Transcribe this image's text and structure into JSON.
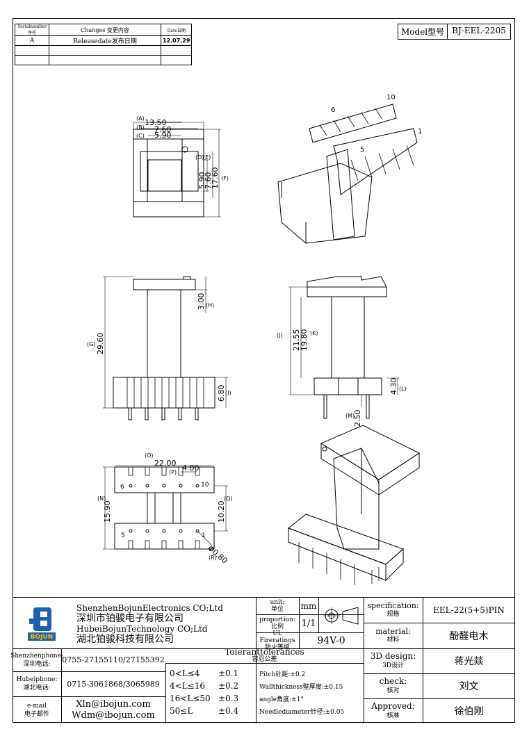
{
  "revision": {
    "headers": [
      "Serialnumber序号",
      "Changes 变更内容",
      "Date日期"
    ],
    "rows": [
      {
        "serial": "A",
        "change": "Releasedate发布日期",
        "date": "12.07.29"
      },
      {
        "serial": "",
        "change": "",
        "date": ""
      },
      {
        "serial": "",
        "change": "",
        "date": ""
      }
    ]
  },
  "model": {
    "label": "Model型号",
    "value": "BJ-EEL-2205"
  },
  "drawing": {
    "top_view": {
      "A": "13.50",
      "B": "7.60",
      "C": "5.90",
      "D": "5.90",
      "E": "7.60",
      "F": "17.60",
      "A_tag": "(A)",
      "B_tag": "(B)",
      "C_tag": "(C)",
      "D_tag": "(D)",
      "E_tag": "(E)",
      "F_tag": "(F)"
    },
    "front_view": {
      "G": "29.60",
      "H": "3.00",
      "I": "6.80",
      "G_tag": "(G)",
      "H_tag": "(H)",
      "I_tag": "(I)"
    },
    "side_view": {
      "J": "21.55",
      "K": "19.80",
      "L": "4.30",
      "M": "2.50",
      "J_tag": "(J)",
      "K_tag": "(K)",
      "L_tag": "(L)",
      "M_tag": "(M)"
    },
    "bottom_view": {
      "O": "22.00",
      "P": "4.00",
      "N": "15.90",
      "Q": "10.20",
      "R": "Φ0.80",
      "O_tag": "(O)",
      "P_tag": "(P)",
      "N_tag": "(N)",
      "Q_tag": "(Q)",
      "R_tag": "(R)",
      "pin6": "6",
      "pin10": "10",
      "pin5": "5",
      "pin1": "1"
    },
    "iso_view": {
      "pin10": "10",
      "pin6": "6",
      "pin1": "1",
      "pin5": "5"
    }
  },
  "title_block": {
    "company": {
      "en1": "ShenzhenBojunElectronics CO;Ltd",
      "cn1": "深圳市铂骏电子有限公司",
      "en2": "HubeiBojunTechnology CO;Ltd",
      "cn2": "湖北铂骏科技有限公司",
      "logo_text": "BOJUN"
    },
    "unit": {
      "label": "unit:",
      "label_cn": "单位",
      "value": "mm"
    },
    "proportion": {
      "label": "proportion:",
      "label_cn": "比例",
      "value": "1/1"
    },
    "ul": {
      "label": "UL Fireratings",
      "label_cn": "防火等级",
      "value": "94V-0"
    },
    "contacts": [
      {
        "label": "Shenzhenphone:",
        "label_cn": "深圳电话:",
        "value": "0755-27155110/27155392"
      },
      {
        "label": "Hubeiphone:",
        "label_cn": "湖北电话:",
        "value": "0715-3061868/3065989"
      },
      {
        "label": "e-mail",
        "label_cn": "电子邮件",
        "value1": "Xln@ibojun.com",
        "value2": "Wdm@ibojun.com"
      }
    ],
    "tolerance": {
      "title": "Toleranttolerances",
      "title_cn": "容忍公差",
      "ranges": [
        {
          "range": "0<L≤4",
          "tol": "±0.1"
        },
        {
          "range": "4<L≤16",
          "tol": "±0.2"
        },
        {
          "range": "16<L≤50",
          "tol": "±0.3"
        },
        {
          "range": "50≤L",
          "tol": "±0.4"
        }
      ],
      "notes": [
        "Pitch针距:±0.2",
        "Wallthickness壁厚度:±0.15",
        "angle角度:±1°",
        "Needlediameter针径:±0.05"
      ]
    },
    "right": [
      {
        "label": "specification:",
        "label_cn": "规格",
        "value": "EEL-22(5+5)PIN"
      },
      {
        "label": "material:",
        "label_cn": "材料",
        "value": "酚醛电木"
      },
      {
        "label": "3D design:",
        "label_cn": "3D设计",
        "value": "蒋光燚"
      },
      {
        "label": "check:",
        "label_cn": "核对",
        "value": "刘文"
      },
      {
        "label": "Approved:",
        "label_cn": "核准",
        "value": "徐伯刚"
      }
    ]
  }
}
